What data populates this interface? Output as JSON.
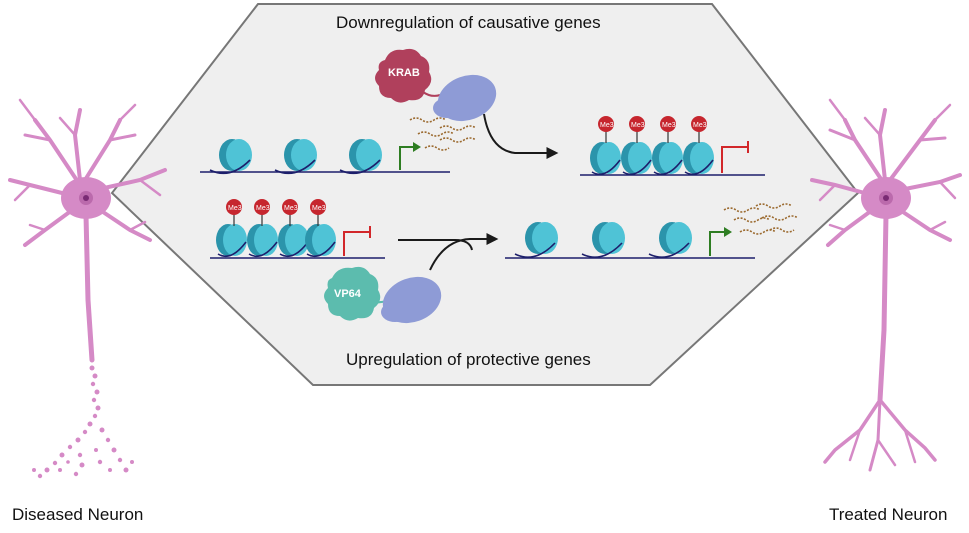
{
  "captions": {
    "top": "Downregulation of causative genes",
    "bottom": "Upregulation of protective genes"
  },
  "labels": {
    "left_neuron": "Diseased Neuron",
    "right_neuron": "Treated Neuron",
    "krab": "KRAB",
    "vp64": "VP64",
    "methyl_mark": "Me3"
  },
  "colors": {
    "panel_fill": "#efefef",
    "panel_stroke": "#777777",
    "neuron": "#d58ac6",
    "neuron_dark": "#bb6aac",
    "nucleus": "#7a2b74",
    "nucleosome": "#4fc3d6",
    "nucleosome_dark": "#2b94ab",
    "dna": "#1d1f6b",
    "krab": "#b0405c",
    "vp64": "#5cbcae",
    "dcas9": "#8e9bd6",
    "methyl": "#c6262e",
    "promoter_active": "#2e7d22",
    "promoter_inactive": "#d2272a",
    "transcript": "#9b6a2f",
    "arrow": "#1a1a1a"
  }
}
